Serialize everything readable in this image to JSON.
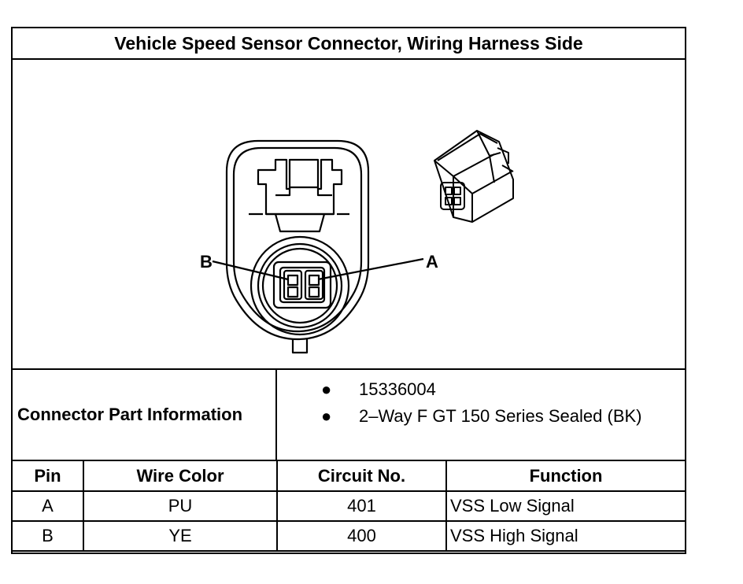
{
  "title": "Vehicle Speed Sensor Connector, Wiring Harness Side",
  "figure": {
    "pin_labels": [
      "B",
      "A"
    ]
  },
  "connector_info": {
    "label": "Connector Part Information",
    "items": [
      "15336004",
      "2–Way F GT 150 Series Sealed (BK)"
    ]
  },
  "table": {
    "headers": [
      "Pin",
      "Wire Color",
      "Circuit No.",
      "Function"
    ],
    "rows": [
      [
        "A",
        "PU",
        "401",
        "VSS Low Signal"
      ],
      [
        "B",
        "YE",
        "400",
        "VSS High Signal"
      ]
    ]
  }
}
